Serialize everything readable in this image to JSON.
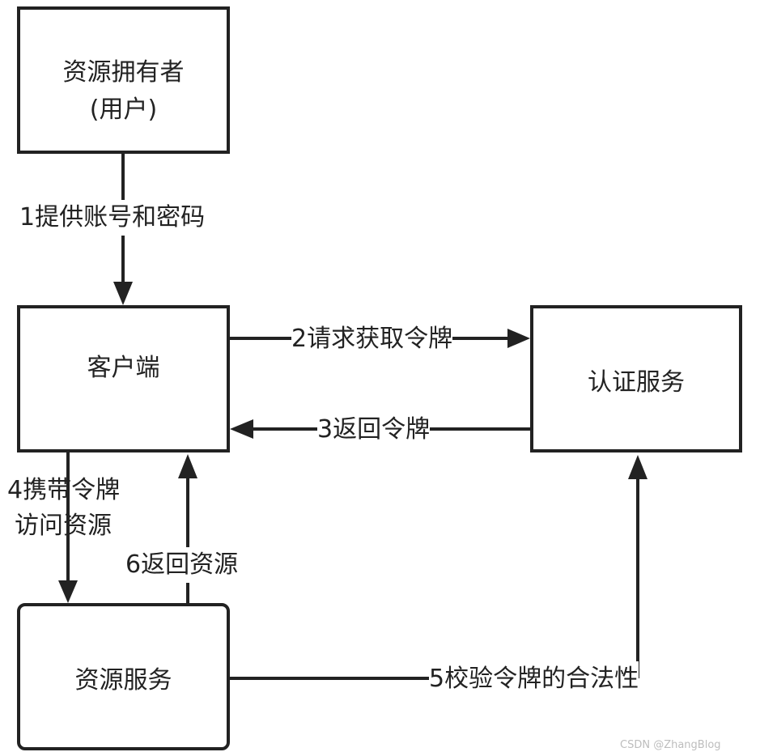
{
  "nodes": {
    "owner": {
      "line1": "资源拥有者",
      "line2": "(用户)"
    },
    "client": {
      "label": "客户端"
    },
    "auth": {
      "label": "认证服务"
    },
    "resource": {
      "label": "资源服务"
    }
  },
  "edges": {
    "e1": "1提供账号和密码",
    "e2": "2请求获取令牌",
    "e3": "3返回令牌",
    "e4_line1": "4携带令牌",
    "e4_line2": "访问资源",
    "e5": "5校验令牌的合法性",
    "e6": "6返回资源"
  },
  "watermark": "CSDN @ZhangBlog",
  "colors": {
    "stroke": "#222222",
    "background": "#ffffff",
    "watermark": "#bdbdbd"
  }
}
